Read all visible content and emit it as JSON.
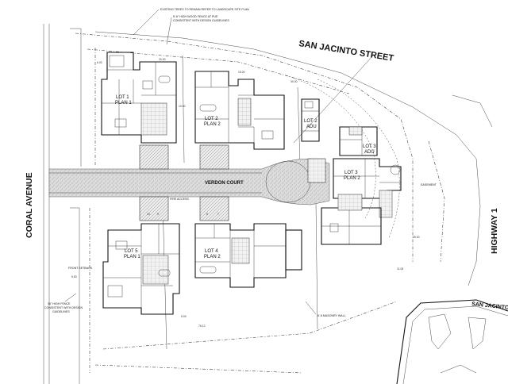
{
  "streets": {
    "north": "SAN JACINTO STREET",
    "west": "CORAL AVENUE",
    "east": "HIGHWAY 1",
    "court": "VERDON COURT",
    "corner": "SAN JACINTO"
  },
  "lots": [
    {
      "line1": "LOT 1",
      "line2": "PLAN 1"
    },
    {
      "line1": "LOT 2",
      "line2": "PLAN 2"
    },
    {
      "line1": "LOT 2",
      "line2": "ADU"
    },
    {
      "line1": "LOT 3",
      "line2": "ADU"
    },
    {
      "line1": "LOT 3",
      "line2": "PLAN 2"
    },
    {
      "line1": "LOT 4",
      "line2": "PLAN 2"
    },
    {
      "line1": "LOT 5",
      "line2": "PLAN 1"
    }
  ],
  "notes": {
    "trees_line1": "EXISTING TREES TO REMAIN REFER TO LANDSCAPE SITE PLAN",
    "fence_line1": "5'-6\" HIGH WOOD FENCE AT PUE",
    "fence_line2": "CONSISTENT WITH DESIGN GUIDELINES",
    "high_fence_line1": "36\" HIGH FENCE",
    "high_fence_line2": "CONSISTENT WITH DESIGN",
    "high_fence_line3": "GUIDELINES",
    "masonry_wall": "6'-6 MASONRY WALL",
    "fire_access": "FIRE ACCESS",
    "front_setback": "FRONT SETBACK",
    "easement": "EASEMENT"
  },
  "parking": [
    "10",
    "9",
    "8",
    "7"
  ],
  "dimensions": [
    "6.00",
    "20.00",
    "10.00",
    "15.00",
    "30.00",
    "25.00",
    "11.05",
    "5.00",
    "5.83",
    "76.12"
  ]
}
